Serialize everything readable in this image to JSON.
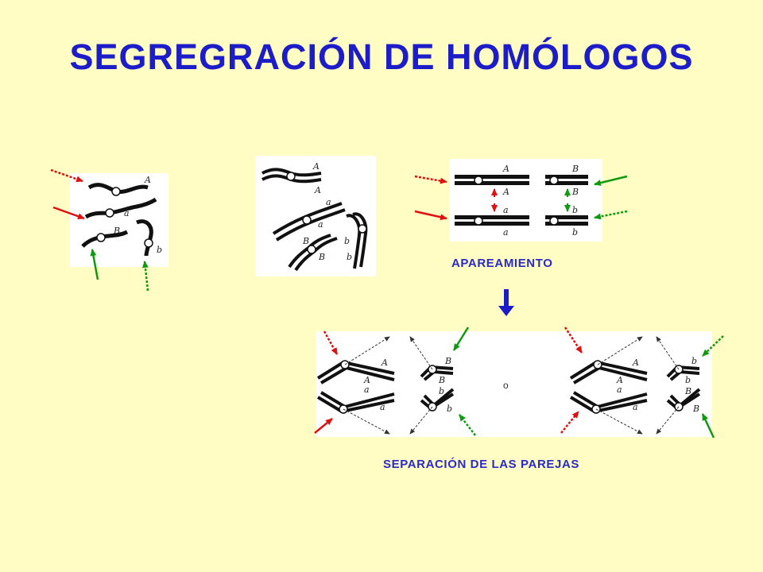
{
  "title": "SEGREGRACIÓN DE HOMÓLOGOS",
  "captions": {
    "pairing": "APAREAMIENTO",
    "separation": "SEPARACIÓN DE LAS PAREJAS"
  },
  "separator_text": "o",
  "allele_labels": {
    "panel1": [
      "A",
      "a",
      "B",
      "b"
    ],
    "panel2": [
      "A",
      "A",
      "a",
      "a",
      "B",
      "B",
      "b",
      "b"
    ],
    "panel3": [
      "A",
      "A",
      "a",
      "a",
      "B",
      "B",
      "b",
      "b"
    ],
    "panel4_left": [
      "A",
      "A",
      "a",
      "a",
      "B",
      "B",
      "b",
      "b"
    ],
    "panel4_right": [
      "A",
      "A",
      "a",
      "a",
      "b",
      "b",
      "B",
      "B"
    ]
  },
  "colors": {
    "title": "#1c1cc8",
    "caption": "#2a2acb",
    "background": "#fffcc4",
    "red_arrow": "#e01010",
    "green_arrow": "#109a10",
    "down_arrow": "#1c1cc8"
  }
}
